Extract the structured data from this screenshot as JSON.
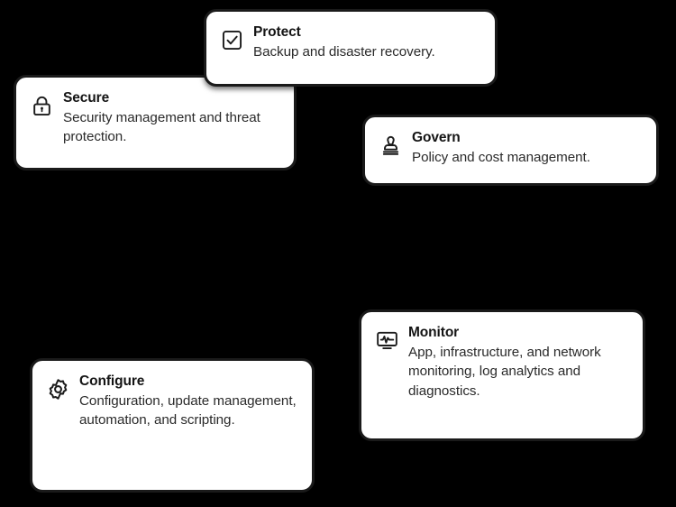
{
  "background_color": "#000000",
  "card_background": "#ffffff",
  "card_border_color": "#1a1a1a",
  "text_color": "#141414",
  "cards": [
    {
      "id": "protect",
      "icon": "checkbox-checked-icon",
      "title": "Protect",
      "description": "Backup and disaster recovery."
    },
    {
      "id": "secure",
      "icon": "lock-icon",
      "title": "Secure",
      "description": "Security management and threat protection."
    },
    {
      "id": "govern",
      "icon": "stamp-icon",
      "title": "Govern",
      "description": "Policy and cost management."
    },
    {
      "id": "monitor",
      "icon": "monitor-pulse-icon",
      "title": "Monitor",
      "description": "App, infrastructure, and network monitoring, log analytics and diagnostics."
    },
    {
      "id": "configure",
      "icon": "gear-icon",
      "title": "Configure",
      "description": "Configuration, update management, automation, and scripting."
    }
  ]
}
